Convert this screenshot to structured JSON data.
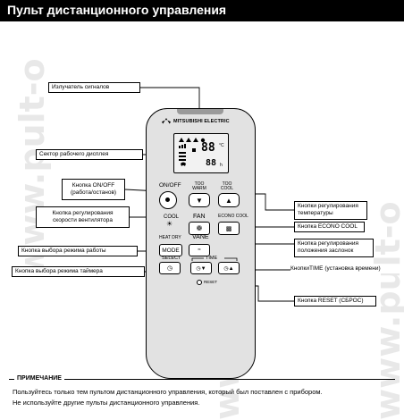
{
  "header": {
    "title": "Пульт дистанционного управления"
  },
  "watermark": "www.pult-o",
  "remote": {
    "brand": "MITSUBISHI ELECTRIC",
    "lcd_temp": "88",
    "lcd_unit": "°C",
    "lcd_clock": "88",
    "lcd_h": "h",
    "on_off": "ON/OFF",
    "too_warm": "TOO WARM",
    "too_cool": "TOO COOL",
    "cool": "COOL",
    "fan": "FAN",
    "econo_cool": "ECONO COOL",
    "heat_dry": "HEAT DRY",
    "mode": "MODE",
    "vane": "VANE",
    "select": "SELECT",
    "time": "TIME",
    "reset": "RESET"
  },
  "callouts": {
    "emitter": "Излучатель сигналов",
    "display": "Сектор рабочего дисплея",
    "on_off_l1": "Кнопка ON/OFF",
    "on_off_l2": "(работа/останов)",
    "fan_l1": "Кнопка регулирования",
    "fan_l2": "скорости вентилятора",
    "mode": "Кнопка выбора режима работы",
    "timer_mode": "Кнопка выбора режима таймера",
    "temp_l1": "Кнопки регулирования",
    "temp_l2": "температуры",
    "econo": "Кнопка ECONO COOL",
    "vane_l1": "Кнопка регулирования",
    "vane_l2": "положения заслонок",
    "time": "КнопкиTIME (установка времени)",
    "reset": "Кнопка RESET (СБРОС)"
  },
  "note": {
    "title": "ПРИМЕЧАНИЕ",
    "line1": "Пользуйтесь только тем пультом дистанционного управления, который был поставлен с прибором.",
    "line2": "Не используйте другие пульты дистанционного управления."
  }
}
